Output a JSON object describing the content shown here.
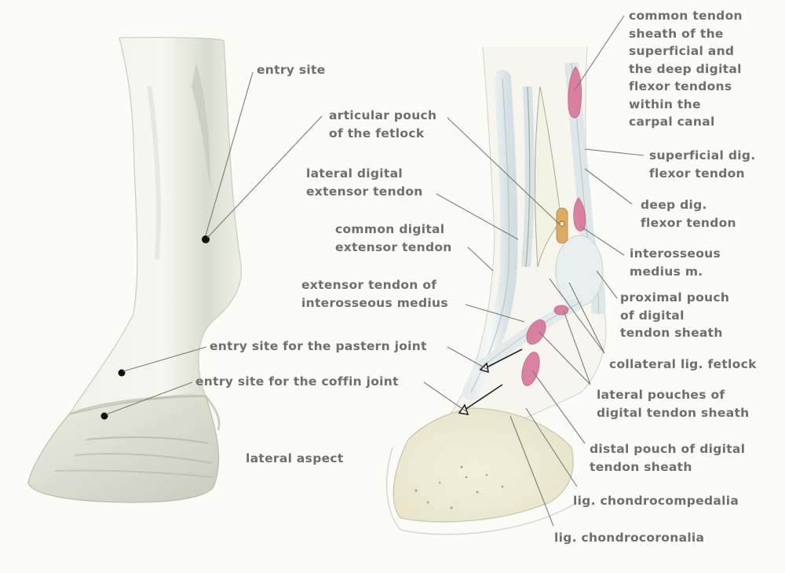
{
  "figure": {
    "left_panel": {
      "caption": "lateral aspect",
      "labels": {
        "entry_site": "entry site",
        "entry_site_pastern": "entry site for the pastern joint",
        "entry_site_coffin": "entry site for the coffin joint"
      }
    },
    "center_labels": {
      "articular_pouch": "articular pouch\nof the fetlock",
      "lateral_digital_extensor": "lateral digital\nextensor tendon",
      "common_digital_extensor": "common digital\nextensor tendon",
      "extensor_tendon_interosseous": "extensor tendon of\ninterosseous medius"
    },
    "right_labels": {
      "common_tendon_sheath": "common tendon\nsheath of the\nsuperficial and\nthe deep digital\nflexor tendons\nwithin the\ncarpal canal",
      "superficial_dig_flexor": "superficial dig.\nflexor tendon",
      "deep_dig_flexor": "deep dig.\nflexor tendon",
      "interosseous_medius": "interosseous\nmedius m.",
      "proximal_pouch": "proximal pouch\nof digital\ntendon sheath",
      "collateral_lig_fetlock": "collateral lig. fetlock",
      "lateral_pouches": "lateral pouches of\ndigital tendon sheath",
      "distal_pouch": "distal pouch of digital\ntendon sheath",
      "lig_chondrocompedalia": "lig. chondrocompedalia",
      "lig_chondrocoronalia": "lig. chondrocoronalia"
    },
    "colors": {
      "background": "#fbfbf7",
      "label_text": "#6e6e6a",
      "leader_line": "#7a7a76",
      "synovial_pouch": "#d9789c",
      "tendon": "#dfe8ea",
      "marker": "#111111"
    }
  }
}
